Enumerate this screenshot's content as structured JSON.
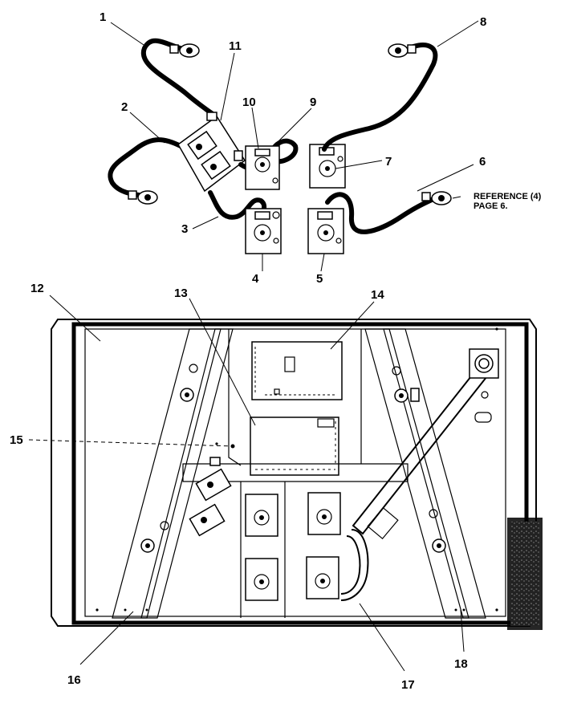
{
  "callouts": {
    "c1": "1",
    "c2": "2",
    "c3": "3",
    "c4": "4",
    "c5": "5",
    "c6": "6",
    "c7": "7",
    "c8": "8",
    "c9": "9",
    "c10": "10",
    "c11": "11",
    "c12": "12",
    "c13": "13",
    "c14": "14",
    "c15": "15",
    "c16": "16",
    "c17": "17",
    "c18": "18"
  },
  "reference_note": {
    "line1": "REFERENCE (4)",
    "line2": "PAGE 6."
  }
}
